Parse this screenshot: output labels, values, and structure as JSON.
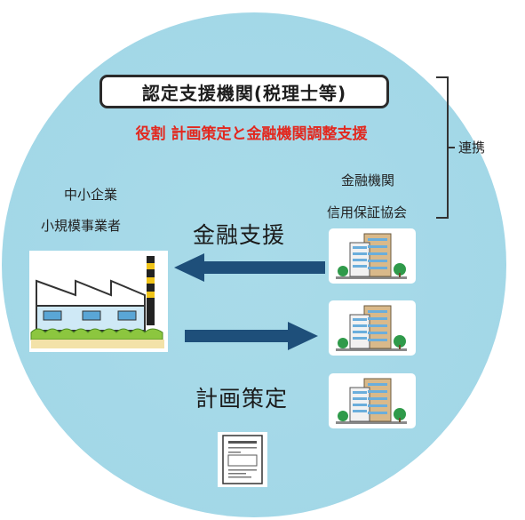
{
  "title": "認定支援機関(税理士等)",
  "role": "役割  計画策定と金融機関調整支援",
  "renkei": "連携",
  "sme": {
    "line1": "中小企業",
    "line2": "小規模事業者"
  },
  "finance": {
    "line1": "金融機関",
    "line2": "信用保証協会"
  },
  "kinyu_shien": "金融支援",
  "keikaku_sakutei": "計画策定",
  "colors": {
    "circle": "#a2d7e7",
    "arrow": "#1e4f7a",
    "role_text": "#e2281f"
  },
  "icons": [
    "factory-icon",
    "office-building-icon",
    "document-icon",
    "arrow-left-icon",
    "arrow-right-icon"
  ]
}
